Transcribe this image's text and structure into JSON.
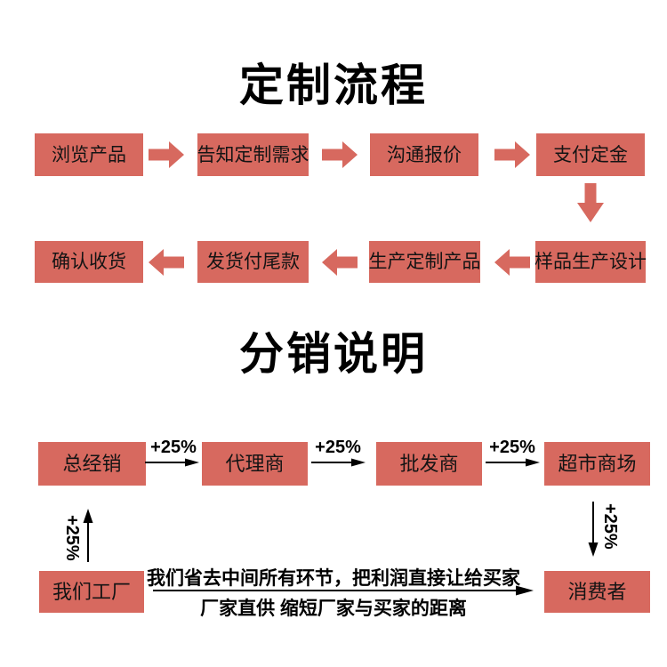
{
  "titles": {
    "custom_process": "定制流程",
    "distribution": "分销说明"
  },
  "process": {
    "row1": [
      "浏览产品",
      "告知定制需求",
      "沟通报价",
      "支付定金"
    ],
    "row2": [
      "确认收货",
      "发货付尾款",
      "生产定制产品",
      "样品生产设计"
    ]
  },
  "distribution": {
    "chain": [
      "总经销",
      "代理商",
      "批发商",
      "超市商场"
    ],
    "increment_1": "+25%",
    "increment_2": "+25%",
    "increment_3": "+25%",
    "increment_factory_up": "+25%",
    "increment_consumer_down": "+25%",
    "factory": "我们工厂",
    "consumer": "消费者",
    "direct_text_line1": "我们省去中间所有环节，把利润直接让给买家",
    "direct_text_line2": "厂家直供 缩短厂家与买家的距离"
  },
  "colors": {
    "accent": "#d7695f",
    "text": "#141414",
    "line": "#000000",
    "background": "#ffffff"
  }
}
